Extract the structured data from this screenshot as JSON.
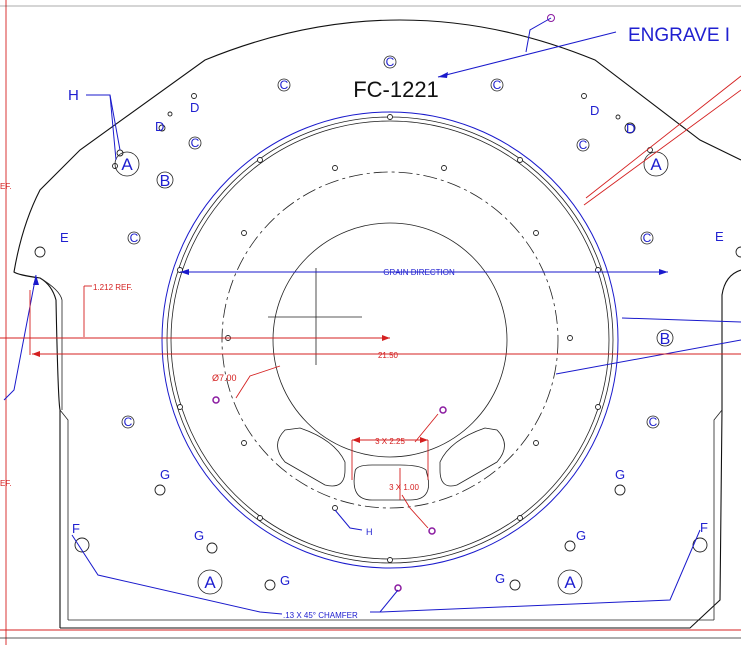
{
  "part_number": "FC-1221",
  "engrave_note": "ENGRAVE I",
  "grain_direction": "GRAIN DIRECTION",
  "dimensions": {
    "ref_height": "1.212 REF.",
    "overall_width": "21.50",
    "hole_dia": "Ø7.00",
    "slot_large": "3 X 2.25",
    "slot_small": "3 X 1.00",
    "chamfer": ".13 X 45° CHAMFER",
    "left_ref_a": "EF.",
    "left_ref_b": "EF."
  },
  "hole_labels": {
    "A": "A",
    "B": "B",
    "C": "C",
    "D": "D",
    "E": "E",
    "F": "F",
    "G": "G",
    "H": "H"
  },
  "colors": {
    "annotation_blue": "#2020d0",
    "dimension_red": "#d42020",
    "outline_black": "#111111"
  }
}
